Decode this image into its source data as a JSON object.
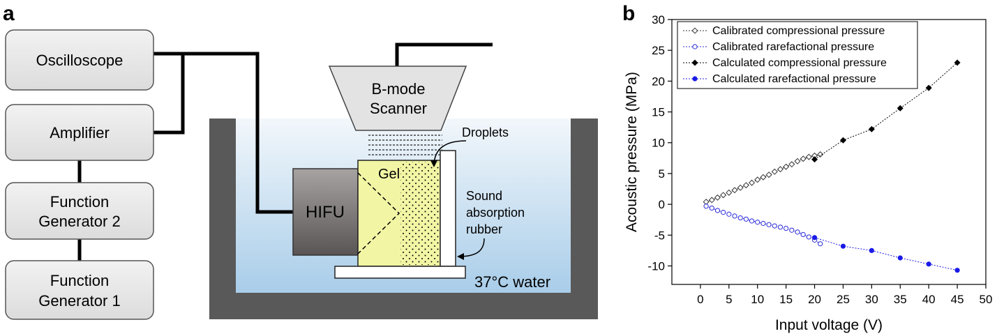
{
  "panel_a": {
    "letter": "a",
    "boxes": {
      "oscilloscope": "Oscilloscope",
      "amplifier": "Amplifier",
      "function_generator_2_line1": "Function",
      "function_generator_2_line2": "Generator 2",
      "function_generator_1_line1": "Function",
      "function_generator_1_line2": "Generator 1"
    },
    "scanner_line1": "B-mode",
    "scanner_line2": "Scanner",
    "hifu": "HIFU",
    "gel": "Gel",
    "droplets": "Droplets",
    "rubber_line1": "Sound",
    "rubber_line2": "absorption",
    "rubber_line3": "rubber",
    "water": "37°C water",
    "colors": {
      "box_fill": "#e6e6e6",
      "tank": "#595959",
      "water_top": "#f2f7fb",
      "water_bottom": "#a9cde9",
      "gel": "#f2f5a4",
      "hifu_light": "#9a9595",
      "hifu_dark": "#605b5b"
    }
  },
  "panel_b": {
    "letter": "b",
    "chart_data": {
      "type": "scatter",
      "xlabel": "Input voltage (V)",
      "ylabel": "Acoustic pressure (MPa)",
      "xlim": [
        -5,
        50
      ],
      "ylim": [
        -13,
        30
      ],
      "xticks": [
        0,
        5,
        10,
        15,
        20,
        25,
        30,
        35,
        40,
        45,
        50
      ],
      "yticks": [
        -10,
        -5,
        0,
        5,
        10,
        15,
        20,
        25,
        30
      ],
      "legend_position": "top-left",
      "series": [
        {
          "name": "Calibrated compressional pressure",
          "marker": "open-diamond",
          "color": "#333333",
          "x": [
            1,
            2,
            3,
            4,
            5,
            6,
            7,
            8,
            9,
            10,
            11,
            12,
            13,
            14,
            15,
            16,
            17,
            18,
            19,
            20,
            21
          ],
          "y": [
            0.4,
            0.7,
            1.1,
            1.5,
            1.9,
            2.3,
            2.7,
            3.1,
            3.5,
            4.0,
            4.4,
            4.8,
            5.3,
            5.7,
            6.1,
            6.5,
            7.0,
            7.4,
            7.7,
            7.9,
            8.1
          ]
        },
        {
          "name": "Calibrated rarefactional pressure",
          "marker": "open-circle",
          "color": "#2b2bd9",
          "x": [
            1,
            2,
            3,
            4,
            5,
            6,
            7,
            8,
            9,
            10,
            11,
            12,
            13,
            14,
            15,
            16,
            17,
            18,
            19,
            20,
            21
          ],
          "y": [
            -0.3,
            -0.6,
            -1.0,
            -1.3,
            -1.6,
            -1.9,
            -2.2,
            -2.4,
            -2.7,
            -2.9,
            -3.1,
            -3.3,
            -3.5,
            -3.7,
            -3.9,
            -4.2,
            -4.5,
            -4.9,
            -5.3,
            -5.8,
            -6.4
          ]
        },
        {
          "name": "Calculated compressional pressure",
          "marker": "filled-diamond",
          "color": "#000000",
          "x": [
            20,
            25,
            30,
            35,
            40,
            45
          ],
          "y": [
            7.3,
            10.4,
            12.2,
            15.6,
            18.9,
            23.0
          ]
        },
        {
          "name": "Calculated rarefactional pressure",
          "marker": "filled-circle",
          "color": "#1a1ae6",
          "x": [
            20,
            25,
            30,
            35,
            40,
            45
          ],
          "y": [
            -5.4,
            -6.8,
            -7.5,
            -8.7,
            -9.7,
            -10.7
          ]
        }
      ]
    }
  }
}
